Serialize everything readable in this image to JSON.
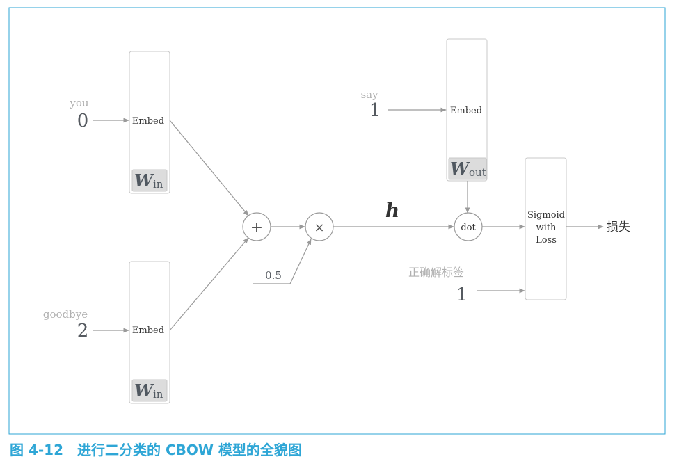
{
  "inputs": {
    "you": {
      "label": "you",
      "index": "0"
    },
    "goodbye": {
      "label": "goodbye",
      "index": "2"
    },
    "say": {
      "label": "say",
      "index": "1"
    }
  },
  "embed_label": "Embed",
  "win": {
    "main": "W",
    "sub": "in"
  },
  "wout": {
    "main": "W",
    "sub": "out"
  },
  "ops": {
    "plus": "+",
    "times": "×",
    "dot": "dot"
  },
  "scale_value": "0.5",
  "hidden_label": "h",
  "sigmoid": {
    "line1": "Sigmoid",
    "line2": "with",
    "line3": "Loss"
  },
  "correct_label": {
    "text": "正确解标签",
    "value": "1"
  },
  "loss_label": "损失",
  "caption": "图 4-12　进行二分类的 CBOW 模型的全貌图",
  "colors": {
    "frame": "#2ea6d6",
    "caption": "#2ea6d6",
    "line": "#9a9a9a",
    "box_stroke": "#c8c8c8",
    "w_fill": "#dcdcdc",
    "light_text": "#b0b0b0",
    "dark_text": "#555a60"
  }
}
